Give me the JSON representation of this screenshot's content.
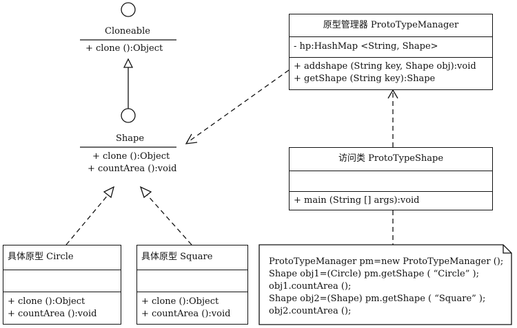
{
  "cloneable": {
    "name": "Cloneable",
    "ops": [
      "+ clone ():Object"
    ]
  },
  "shape": {
    "name": "Shape",
    "ops": [
      "+ clone ():Object",
      "+ countArea ():void"
    ]
  },
  "circle": {
    "name": "具体原型 Circle",
    "ops": [
      "+ clone ():Object",
      "+ countArea ():void"
    ]
  },
  "square": {
    "name": "具体原型 Square",
    "ops": [
      "+ clone ():Object",
      "+ countArea ():void"
    ]
  },
  "manager": {
    "name": "原型管理器  ProtoTypeManager",
    "attrs": [
      "- hp:HashMap <String,  Shape>"
    ],
    "ops": [
      "+ addshape (String key,  Shape obj):void",
      "+ getShape (String key):Shape"
    ]
  },
  "client": {
    "name": "访问类 ProtoTypeShape",
    "ops": [
      "+ main (String [] args):void"
    ]
  },
  "note": {
    "lines": [
      "ProtoTypeManager pm=new ProtoTypeManager ();",
      "Shape obj1=(Circle) pm.getShape ( “Circle” );",
      "obj1.countArea ();",
      "Shape obj2=(Shape) pm.getShape ( “Square” );",
      "obj2.countArea ();"
    ]
  }
}
